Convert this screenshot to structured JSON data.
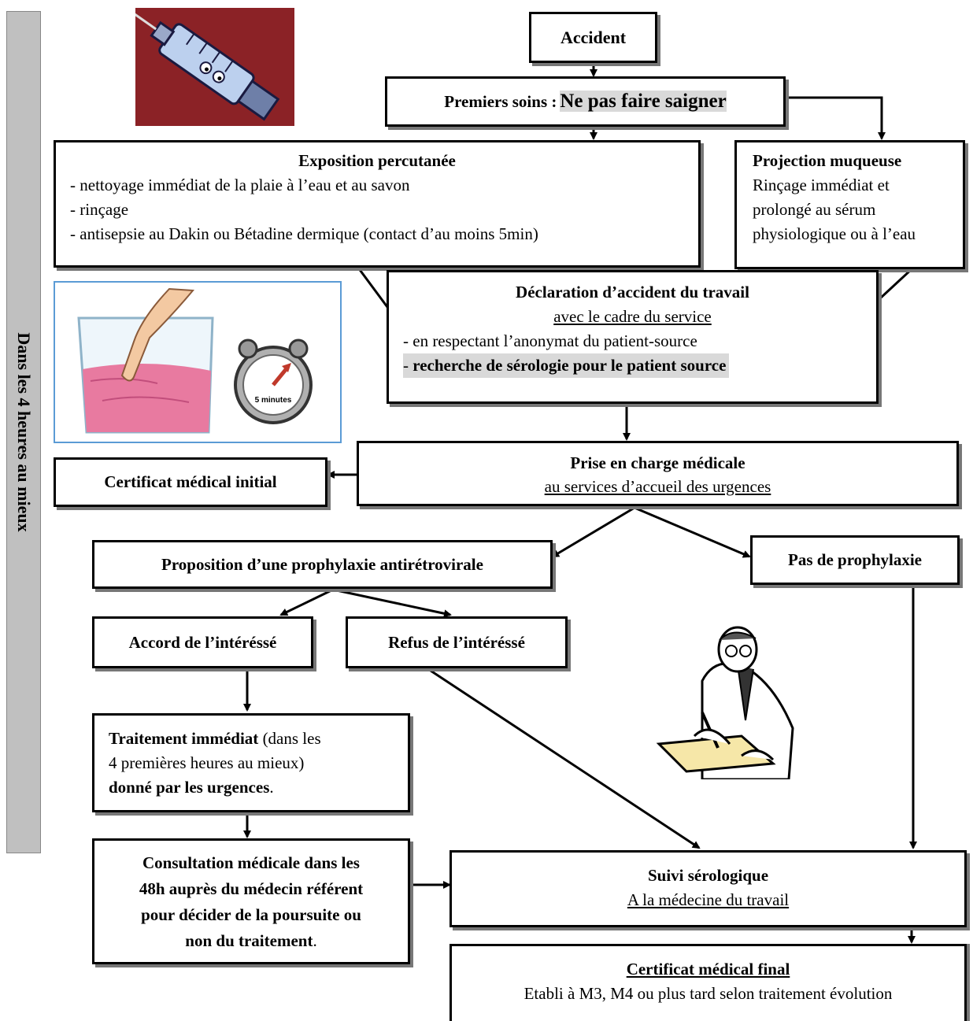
{
  "side_label": "Dans les 4 heures au mieux",
  "accident": "Accident",
  "premiers_soins": {
    "prefix": "Premiers soins :",
    "emphasis": "Ne pas faire saigner"
  },
  "exposition": {
    "title": "Exposition percutanée",
    "items": [
      "- nettoyage immédiat de la plaie à l’eau et au savon",
      "- rinçage",
      "- antisepsie au Dakin ou Bétadine dermique (contact d’au moins 5min)"
    ]
  },
  "projection": {
    "title": "Projection muqueuse",
    "lines": [
      "Rinçage immédiat et",
      "prolongé au sérum",
      "physiologique ou à l’eau"
    ]
  },
  "declaration": {
    "title": "Déclaration d’accident du travail",
    "subtitle": "avec le cadre du service",
    "item1": "- en respectant l’anonymat du patient-source",
    "item2_dash": "-",
    "item2": "recherche de sérologie pour le patient source"
  },
  "prise_en_charge": {
    "title": "Prise en charge médicale",
    "subtitle": "au services d’accueil des urgences"
  },
  "certificat_initial": "Certificat médical initial",
  "proposition": "Proposition d’une prophylaxie antirétrovirale",
  "pas_prophylaxie": "Pas de prophylaxie",
  "accord": "Accord de l’intéréssé",
  "refus": "Refus de l’intéréssé",
  "traitement": {
    "bold1": "Traitement immédiat",
    "normal1": " (dans les",
    "line2": "4 premières heures au mieux)",
    "bold2": "donné par les urgences",
    "end": "."
  },
  "consultation": {
    "lines": [
      "Consultation médicale dans les",
      "48h auprès du médecin référent",
      "pour décider de la poursuite ou",
      "non du traitement"
    ],
    "end": "."
  },
  "suivi": {
    "title": "Suivi sérologique",
    "subtitle": "A la médecine du travail"
  },
  "certificat_final": {
    "title": "Certificat médical final",
    "subtitle": "Etabli à M3, M4 ou plus tard selon traitement évolution"
  },
  "timer_label": "5 minutes",
  "colors": {
    "side_bar": "#c0c0c0",
    "highlight": "#d9d9d9",
    "syringe_bg": "#8b2226",
    "liquid": "#e87aa0",
    "photo_border": "#5b9bd5"
  }
}
